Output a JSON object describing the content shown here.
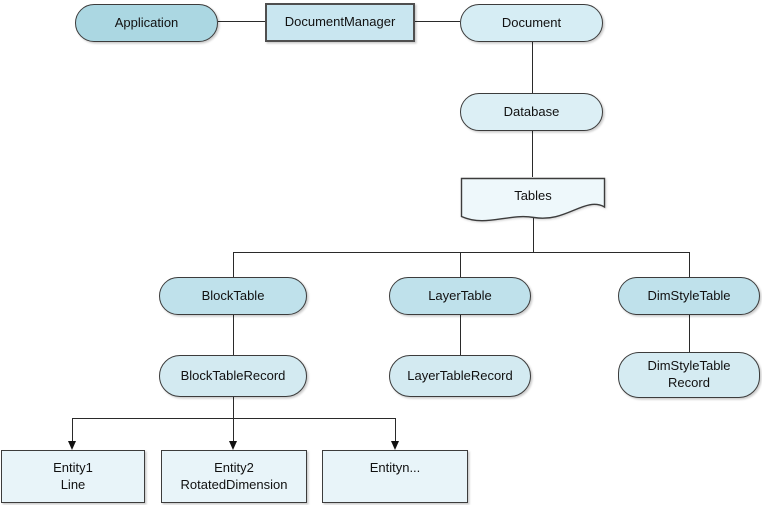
{
  "diagram": {
    "title_hint": "Object hierarchy diagram",
    "nodes": {
      "application": {
        "label": "Application",
        "fill": "#abd7e2",
        "shape": "pill"
      },
      "document_manager": {
        "label": "DocumentManager",
        "fill": "#c9e6f0",
        "shape": "rectangle"
      },
      "document": {
        "label": "Document",
        "fill": "#d6edf4",
        "shape": "pill"
      },
      "database": {
        "label": "Database",
        "fill": "#dceff5",
        "shape": "pill"
      },
      "tables": {
        "label": "Tables",
        "fill": "#eef8fb",
        "shape": "document"
      },
      "block_table": {
        "label": "BlockTable",
        "fill": "#bfe1eb",
        "shape": "pill"
      },
      "layer_table": {
        "label": "LayerTable",
        "fill": "#bfe1eb",
        "shape": "pill"
      },
      "dim_style_table": {
        "label": "DimStyleTable",
        "fill": "#bfe1eb",
        "shape": "pill"
      },
      "block_table_record": {
        "label": "BlockTableRecord",
        "fill": "#d3eaf1",
        "shape": "pill"
      },
      "layer_table_record": {
        "label": "LayerTableRecord",
        "fill": "#d3eaf1",
        "shape": "pill"
      },
      "dim_style_table_record": {
        "line1": "DimStyleTable",
        "line2": "Record",
        "fill": "#d5ebf2",
        "shape": "pill"
      },
      "entity1": {
        "line1": "Entity1",
        "line2": "Line",
        "fill": "#e8f4f9",
        "shape": "rectangle"
      },
      "entity2": {
        "line1": "Entity2",
        "line2": "RotatedDimension",
        "fill": "#e8f4f9",
        "shape": "rectangle"
      },
      "entityn": {
        "line1": "Entityn...",
        "line2": "",
        "fill": "#e8f4f9",
        "shape": "rectangle"
      }
    },
    "edges": [
      {
        "from": "Application",
        "to": "DocumentManager",
        "arrow": false
      },
      {
        "from": "DocumentManager",
        "to": "Document",
        "arrow": false
      },
      {
        "from": "Document",
        "to": "Database",
        "arrow": false
      },
      {
        "from": "Database",
        "to": "Tables",
        "arrow": false
      },
      {
        "from": "Tables",
        "to": "BlockTable",
        "arrow": false
      },
      {
        "from": "Tables",
        "to": "LayerTable",
        "arrow": false
      },
      {
        "from": "Tables",
        "to": "DimStyleTable",
        "arrow": false
      },
      {
        "from": "BlockTable",
        "to": "BlockTableRecord",
        "arrow": false
      },
      {
        "from": "LayerTable",
        "to": "LayerTableRecord",
        "arrow": false
      },
      {
        "from": "DimStyleTable",
        "to": "DimStyleTableRecord",
        "arrow": false
      },
      {
        "from": "BlockTableRecord",
        "to": "Entity1 Line",
        "arrow": true
      },
      {
        "from": "BlockTableRecord",
        "to": "Entity2 RotatedDimension",
        "arrow": true
      },
      {
        "from": "BlockTableRecord",
        "to": "Entityn...",
        "arrow": true
      }
    ],
    "colors": {
      "background": "#ffffff",
      "border": "#3c3c3c",
      "line": "#2a2a2a",
      "text": "#111111"
    }
  }
}
